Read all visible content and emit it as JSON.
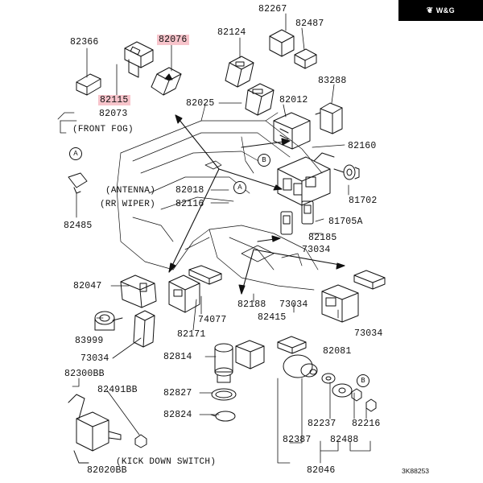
{
  "brand": {
    "logo_mark": "❦",
    "logo_text": "W&G"
  },
  "diagram_code": "3K88253",
  "callouts": {
    "a": "A",
    "b": "B"
  },
  "highlight_color": "#f7c4cb",
  "parts": {
    "p82366": "82366",
    "p82076": "82076",
    "p82124": "82124",
    "p82267": "82267",
    "p82487": "82487",
    "p82115": "82115",
    "p82073": "82073",
    "front_fog": "(FRONT FOG)",
    "p83288": "83288",
    "p82025": "82025",
    "p82012": "82012",
    "p82160": "82160",
    "p82485": "82485",
    "antenna": "(ANTENNA)",
    "p82018": "82018",
    "rr_wiper": "(RR WIPER)",
    "p82116": "82116",
    "p81702": "81702",
    "p81705a": "81705A",
    "p82185": "82185",
    "p73034_a": "73034",
    "p82047": "82047",
    "p74077": "74077",
    "p82188": "82188",
    "p73034_b": "73034",
    "p83999": "83999",
    "p82171": "82171",
    "p82415": "82415",
    "p73034_c": "73034",
    "p73034_d": "73034",
    "p82081": "82081",
    "p82814": "82814",
    "p82300bb": "82300BB",
    "p82491bb": "82491BB",
    "p82827": "82827",
    "p82824": "82824",
    "p82237": "82237",
    "p82216": "82216",
    "p82387": "82387",
    "p82488": "82488",
    "p82020bb": "82020BB",
    "kick_down": "(KICK DOWN SWITCH)",
    "p82046": "82046"
  }
}
